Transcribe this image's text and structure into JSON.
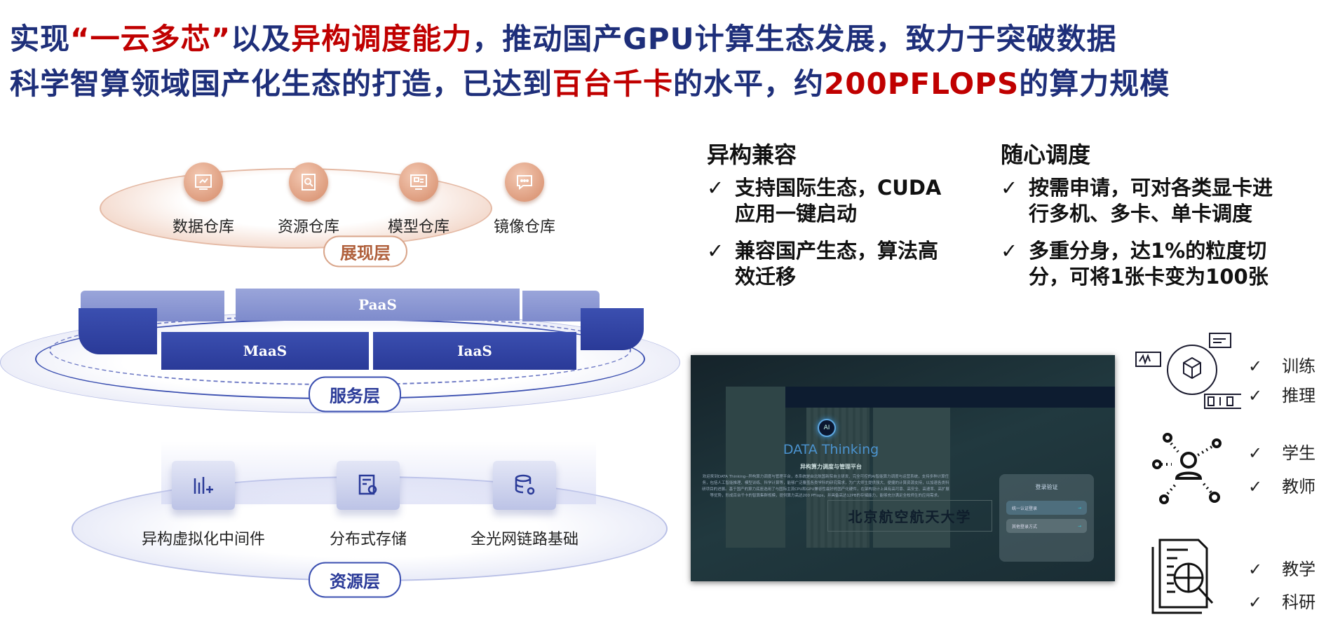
{
  "title": {
    "line1": [
      {
        "t": "实现"
      },
      {
        "t": "“一云多芯”",
        "red": true
      },
      {
        "t": "以及"
      },
      {
        "t": "异构调度能力",
        "red": true
      },
      {
        "t": "，推动国产GPU计算生态发展，致力于突破数据"
      }
    ],
    "line2": [
      {
        "t": "科学智算领域国产化生态的打造，已达到"
      },
      {
        "t": "百台千卡",
        "red": true
      },
      {
        "t": "的水平，约"
      },
      {
        "t": "200PFLOPS",
        "red": true
      },
      {
        "t": "的算力规模"
      }
    ]
  },
  "presentation_layer": {
    "label": "展现层",
    "items": [
      "数据仓库",
      "资源仓库",
      "模型仓库",
      "镜像仓库"
    ]
  },
  "service_layer": {
    "label": "服务层",
    "segments": [
      "PaaS",
      "MaaS",
      "IaaS"
    ]
  },
  "resource_layer": {
    "label": "资源层",
    "items": [
      "异构虚拟化中间件",
      "分布式存储",
      "全光网链路基础"
    ]
  },
  "features": [
    {
      "heading": "异构兼容",
      "bullets": [
        [
          "支持国际生态，CUDA",
          "应用一键启动"
        ],
        [
          "兼容国产生态，算法高",
          "效迁移"
        ]
      ]
    },
    {
      "heading": "随心调度",
      "bullets": [
        [
          "按需申请，可对各类显卡进",
          "行多机、多卡、单卡调度"
        ],
        [
          "多重分身，达1%的粒度切",
          "分，可将1张卡变为100张"
        ]
      ]
    }
  ],
  "check": "✓",
  "screenshot": {
    "app_name": "DATA Thinking",
    "subtitle": "异构算力调度与管理平台",
    "description": "欢迎来到DATA Thinking--异构算力调度与管理平台，本系统是由北航国新院自主研发、完全可控的AI智能算力调度与运营系统，支持多种计算任务，包括人工智能推理、模型训练、科学计算等，能够广泛覆盖各类学科的研究需求，为广大师生提供强大、便捷的计算资源支持，以加速各类科研项目的进展。基于国产的算力底座选用了与国际主流CPU和GPU兼容性最好的国产化硬件，在架构设计上具有高可靠、高安全、高速率、高扩展等优势，形成百台千卡的智算集群规模，提供算力高达200 PFlops，并具备高达12PB的存储能力，能够充分满足全校师生的应用需求。",
    "university": "北京航空航天大学",
    "login": {
      "title": "登录验证",
      "options": [
        "统一认证登录",
        "其他登录方式"
      ],
      "arrow": "→"
    }
  },
  "use_cases": [
    [
      "训练",
      "推理"
    ],
    [
      "学生",
      "教师"
    ],
    [
      "教学",
      "科研"
    ]
  ]
}
